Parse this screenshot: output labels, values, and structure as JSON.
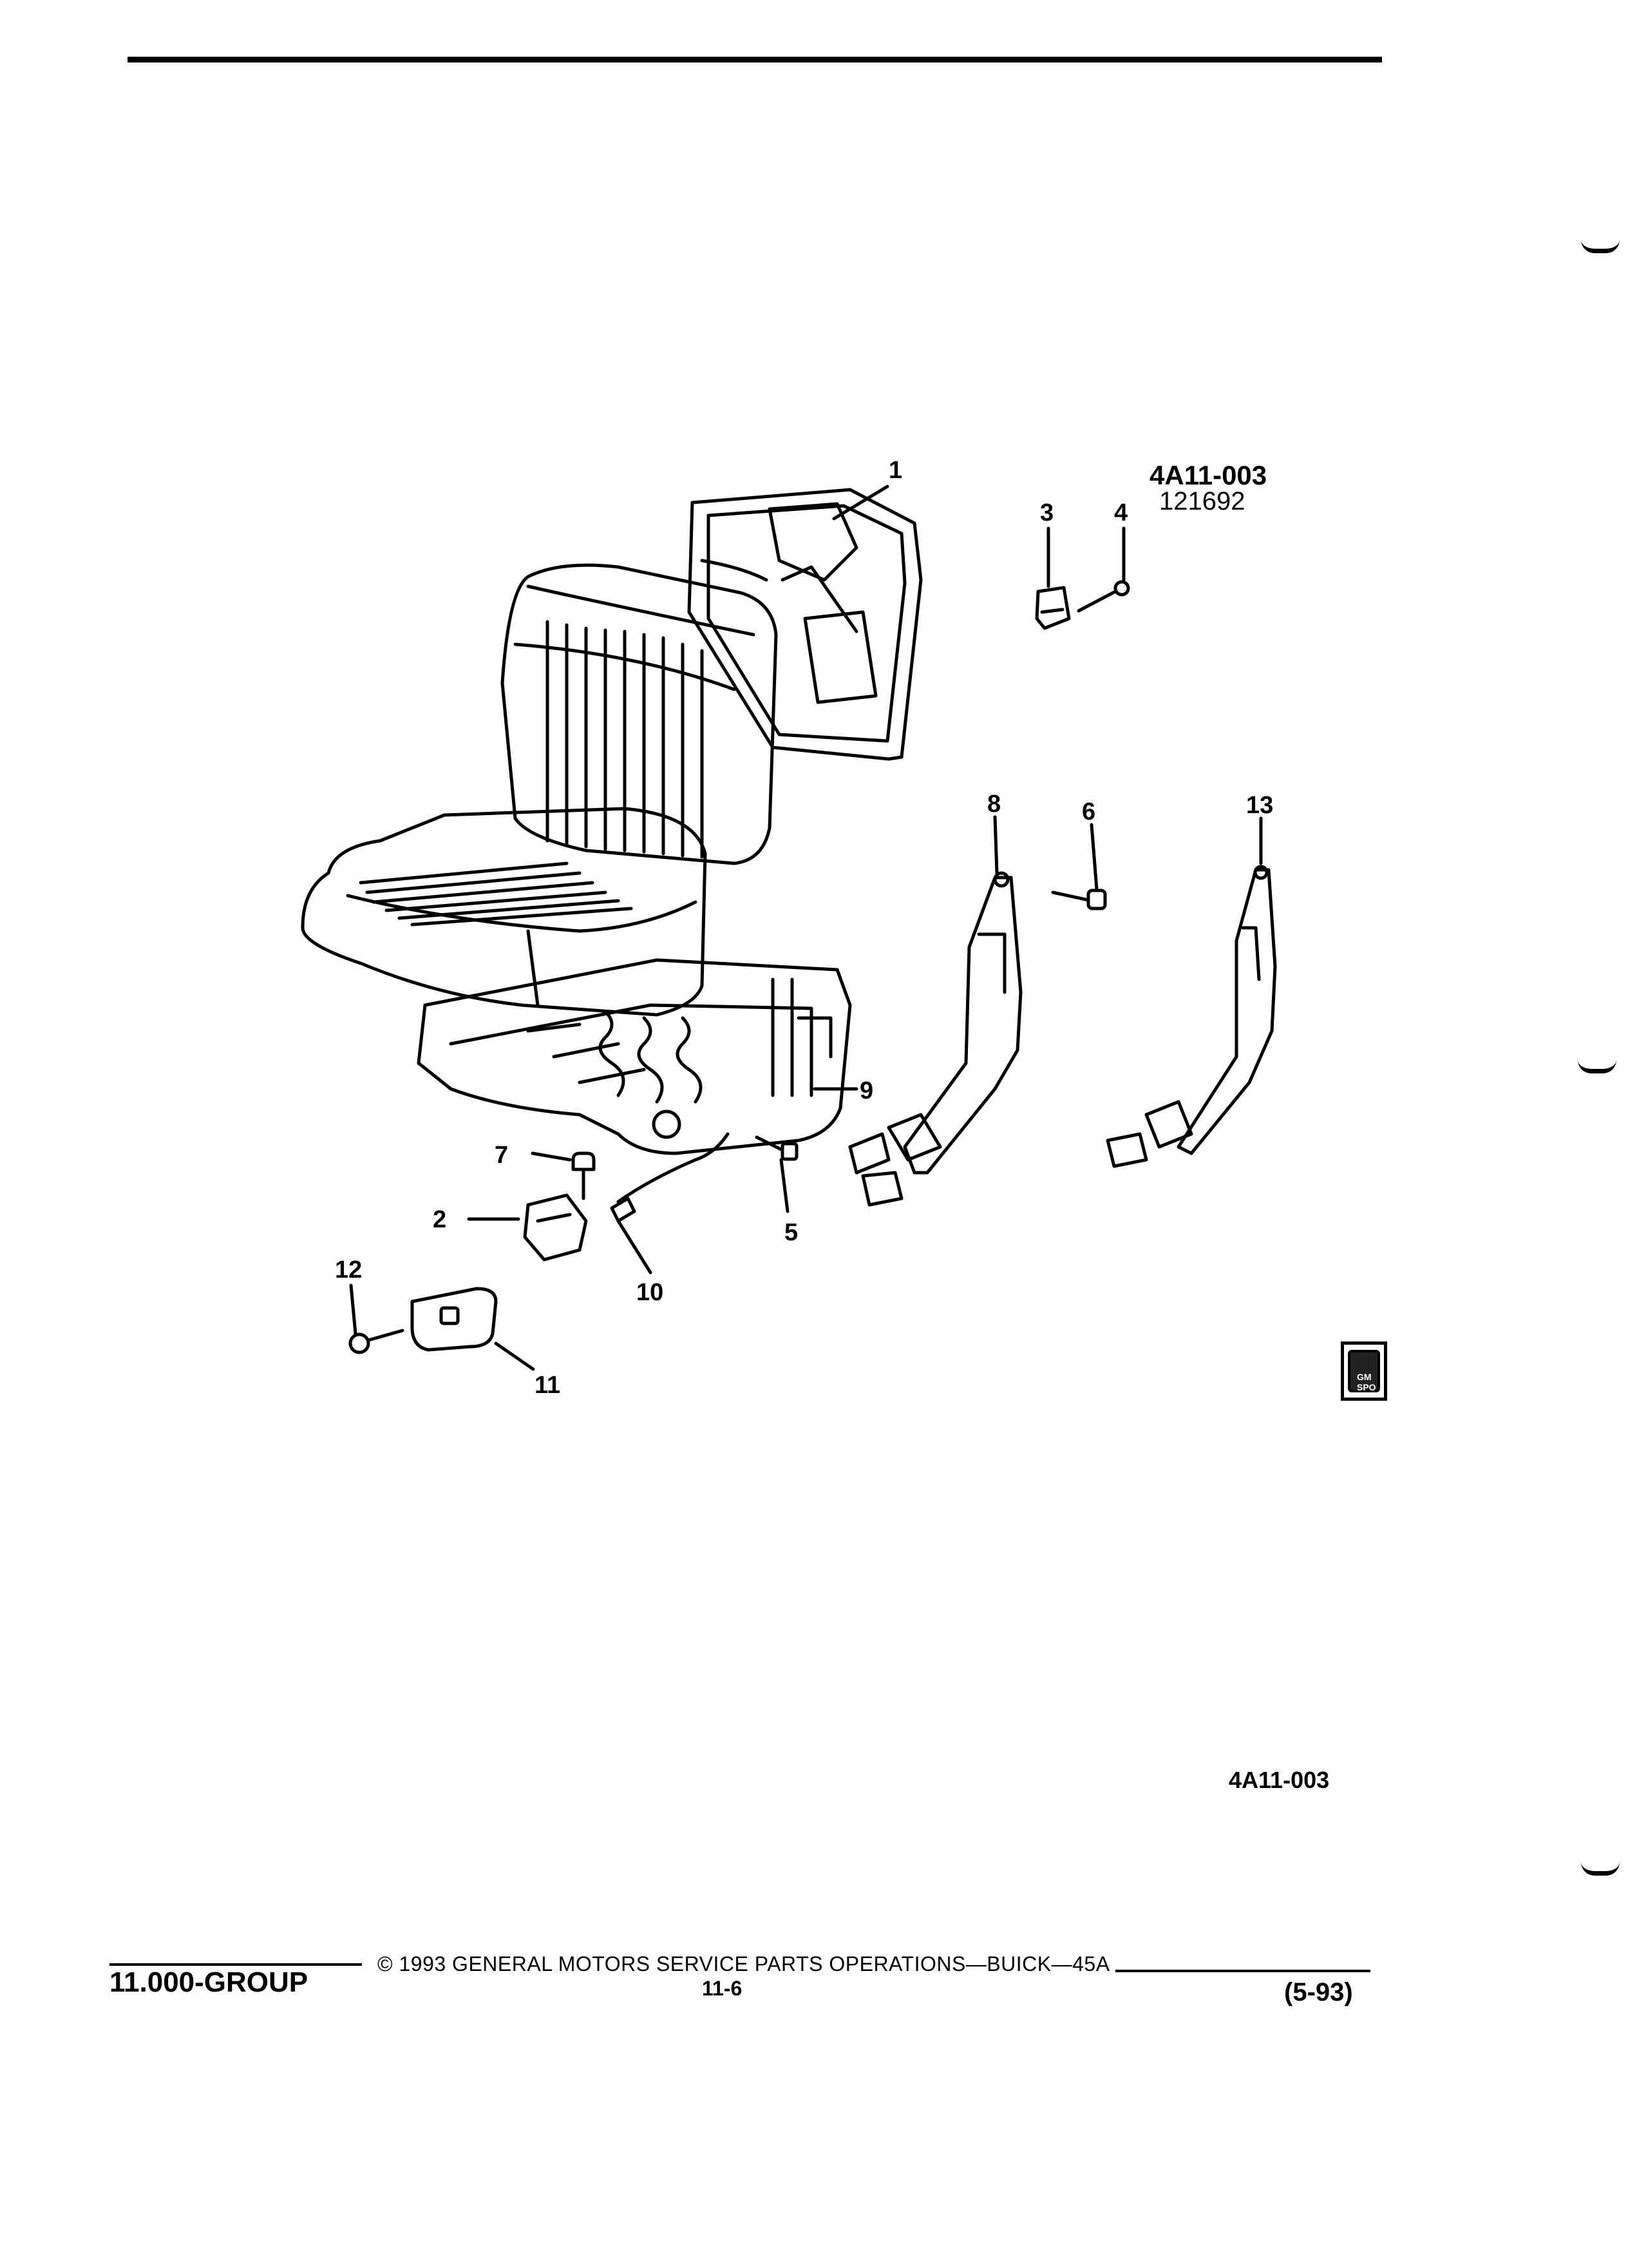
{
  "header": {
    "figure_ref_top": "4A11-003",
    "figure_date_code": "121692"
  },
  "callouts": [
    "1",
    "2",
    "3",
    "4",
    "5",
    "6",
    "7",
    "8",
    "9",
    "10",
    "11",
    "12",
    "13"
  ],
  "figure_code_bottom": "4A11-003",
  "footer": {
    "group": "11.000-GROUP",
    "copyright": "© 1993 GENERAL MOTORS SERVICE PARTS OPERATIONS—BUICK—45A",
    "page": "11-6",
    "date": "(5-93)"
  },
  "logo_text": "GM SPO"
}
